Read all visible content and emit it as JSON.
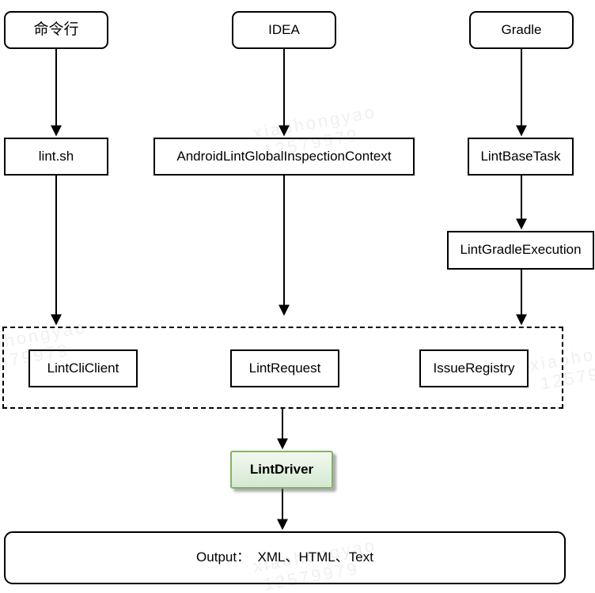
{
  "title": "Android Lint flow diagram",
  "nodes": {
    "cmdline": {
      "label": "命令行",
      "shape": "rounded"
    },
    "idea": {
      "label": "IDEA",
      "shape": "rounded"
    },
    "gradle": {
      "label": "Gradle",
      "shape": "rounded"
    },
    "lintsh": {
      "label": "lint.sh",
      "shape": "rect"
    },
    "context": {
      "label": "AndroidLintGlobalInspectionContext",
      "shape": "rect"
    },
    "lintbasetask": {
      "label": "LintBaseTask",
      "shape": "rect"
    },
    "lintgradleexecution": {
      "label": "LintGradleExecution",
      "shape": "rect"
    },
    "lintcliclient": {
      "label": "LintCliClient",
      "shape": "rect"
    },
    "lintrequest": {
      "label": "LintRequest",
      "shape": "rect"
    },
    "issueregistry": {
      "label": "IssueRegistry",
      "shape": "rect"
    },
    "lintdriver": {
      "label": "LintDriver",
      "shape": "green-shadow"
    },
    "output": {
      "label": "Output：  XML、HTML、Text",
      "shape": "rounded-wide"
    }
  },
  "edges": [
    {
      "from": "cmdline",
      "to": "lintsh"
    },
    {
      "from": "idea",
      "to": "context"
    },
    {
      "from": "gradle",
      "to": "lintbasetask"
    },
    {
      "from": "lintsh",
      "to": "dashed-container"
    },
    {
      "from": "context",
      "to": "dashed-container"
    },
    {
      "from": "lintbasetask",
      "to": "lintgradleexecution"
    },
    {
      "from": "lintgradleexecution",
      "to": "dashed-container"
    },
    {
      "from": "dashed-container",
      "to": "lintdriver"
    },
    {
      "from": "lintdriver",
      "to": "output"
    }
  ],
  "watermark": {
    "name": "xiaohongyao",
    "number": "12579979"
  },
  "colors": {
    "line": "#000000",
    "green-fill": "#d5e8d4",
    "green-fill-light": "#f2f9ee",
    "green-stroke": "#82b366",
    "wm-color": "rgba(118,105,96,0.10)"
  }
}
